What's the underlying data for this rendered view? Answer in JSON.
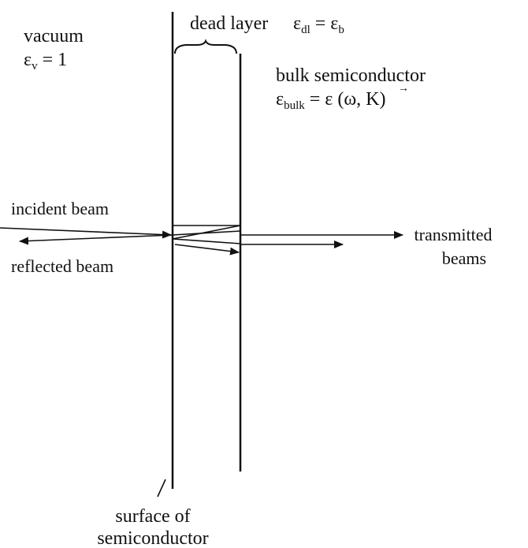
{
  "labels": {
    "vacuum": "vacuum",
    "eps_vacuum": {
      "symbol": "ε",
      "sub": "v",
      "rest": " = 1"
    },
    "dead_layer": "dead layer",
    "eps_dead_layer": {
      "symbol": "ε",
      "sub": "dl",
      "equals": " = ",
      "symbol2": "ε",
      "sub2": "b"
    },
    "bulk": "bulk semiconductor",
    "eps_bulk": {
      "symbol": "ε",
      "sub": "bulk",
      "rest": " = ε (ω, K)",
      "vector_arrow": "→"
    },
    "incident": "incident beam",
    "reflected": "reflected beam",
    "transmitted_line1": "transmitted",
    "transmitted_line2": "beams",
    "surface_line1": "surface of",
    "surface_line2": "semiconductor"
  },
  "colors": {
    "ink": "#111111",
    "background": "#ffffff"
  }
}
